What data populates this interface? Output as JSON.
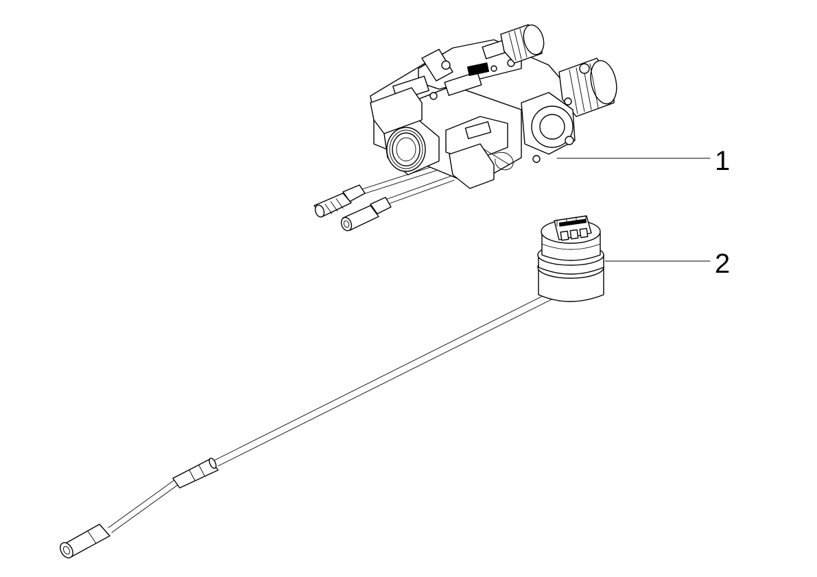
{
  "callouts": [
    {
      "label": "1",
      "part": "gas-valve-assembly"
    },
    {
      "label": "2",
      "part": "sensor-with-cable"
    }
  ],
  "colors": {
    "line": "#000000",
    "background": "#ffffff"
  }
}
